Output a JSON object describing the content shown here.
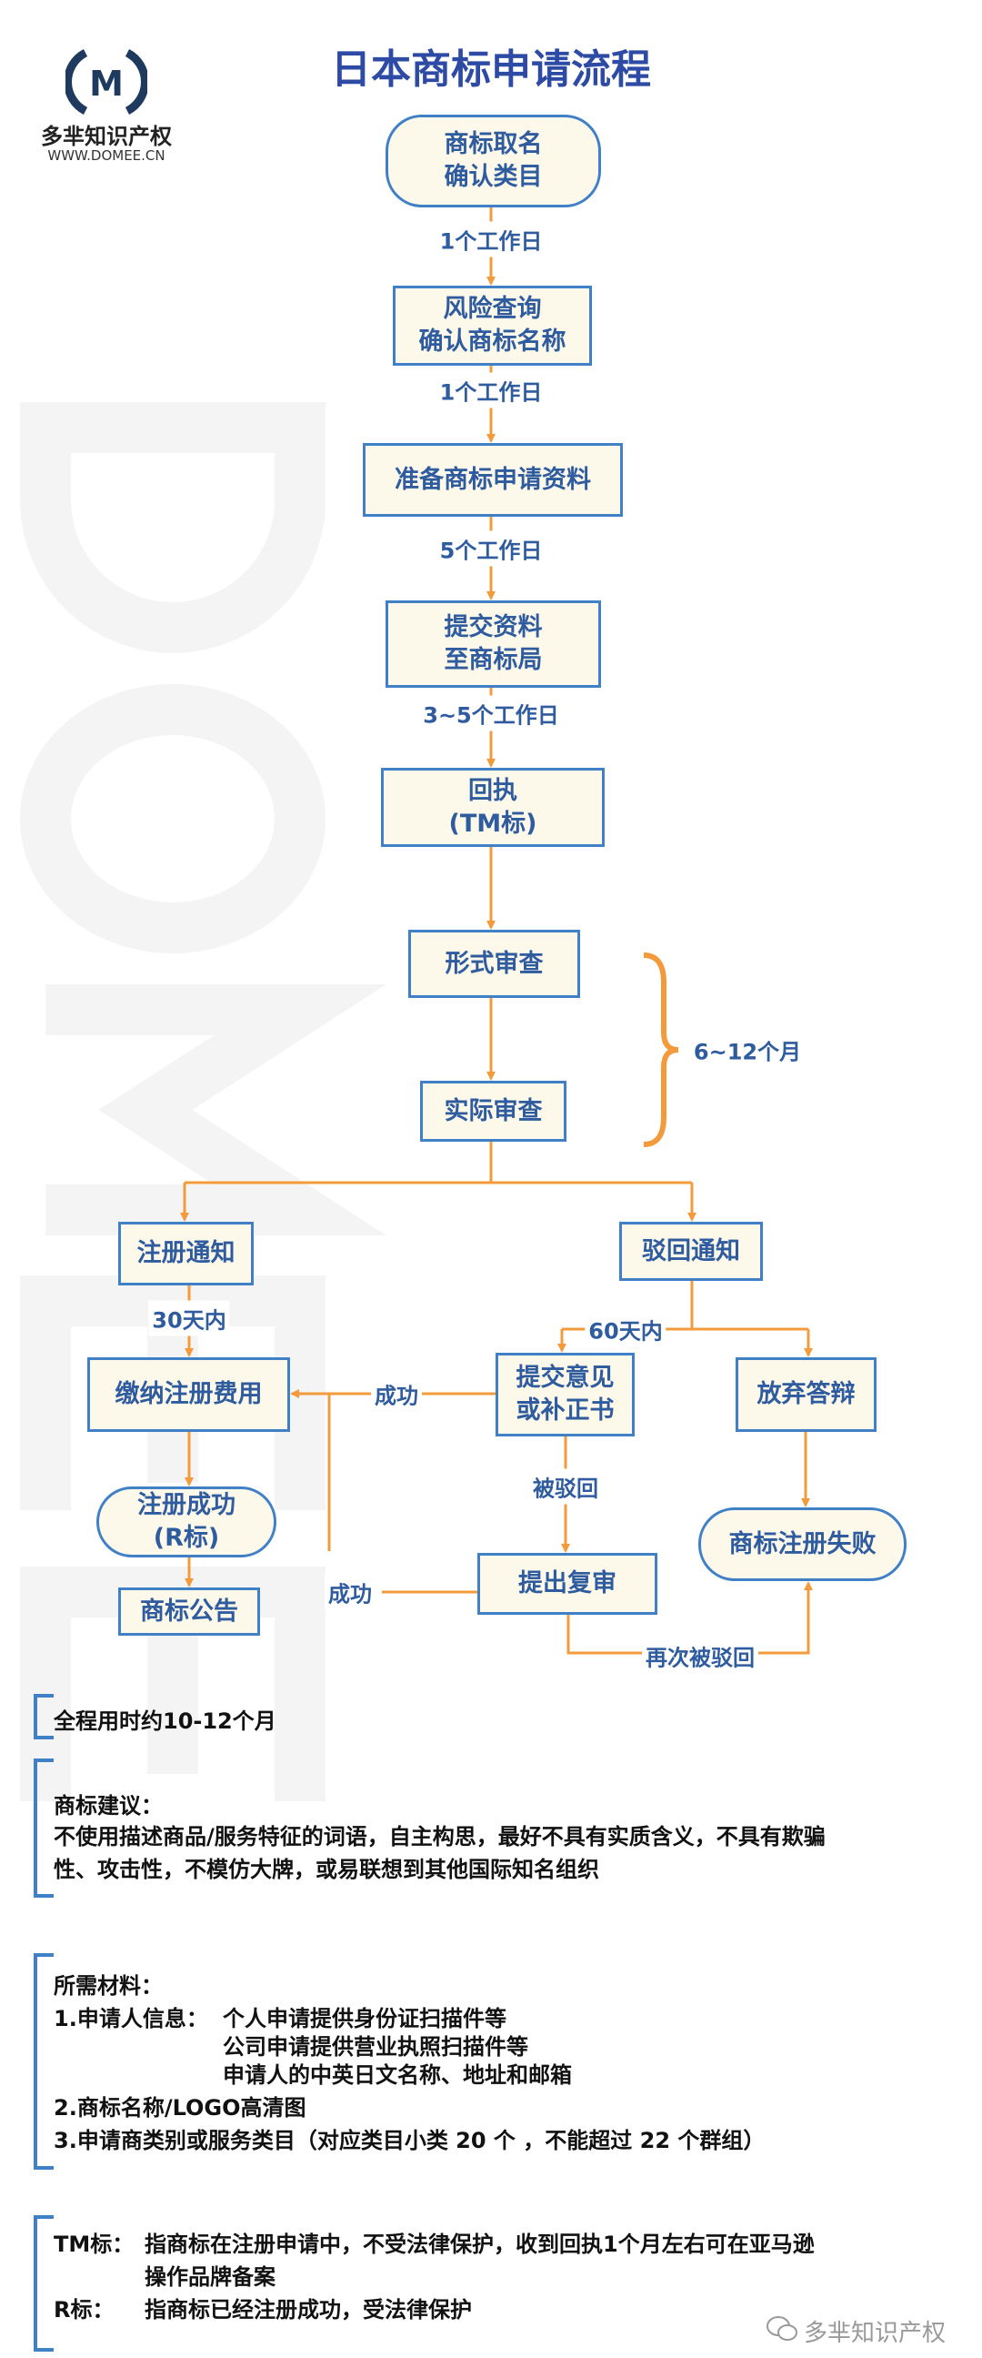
{
  "header": {
    "title": "日本商标申请流程",
    "logo_letter": "M",
    "brand_name": "多芈知识产权",
    "brand_url": "WWW.DOMEE.CN",
    "watermark": "DOMEE"
  },
  "colors": {
    "title": "#2d4aa5",
    "box_border": "#3f80c6",
    "box_fill": "#fcf8ea",
    "box_text": "#2f5b9f",
    "arrow": "#f39b3c"
  },
  "flow": {
    "naming": [
      "商标取名",
      "确认类目"
    ],
    "d1": "1个工作日",
    "search": [
      "风险查询",
      "确认商标名称"
    ],
    "d2": "1个工作日",
    "prepare": "准备商标申请资料",
    "d3": "5个工作日",
    "submit": [
      "提交资料",
      "至商标局"
    ],
    "d4": "3~5个工作日",
    "receipt": [
      "回执",
      "(TM标)"
    ],
    "formal": "形式审查",
    "substantive": "实际审查",
    "exam_period": "6~12个月",
    "reg_notice": "注册通知",
    "d30": "30天内",
    "pay_fee": "缴纳注册费用",
    "reg_success": [
      "注册成功",
      "(R标)"
    ],
    "announce": "商标公告",
    "reject_notice": "驳回通知",
    "d60": "60天内",
    "respond": [
      "提交意见",
      "或补正书"
    ],
    "success1": "成功",
    "rejected": "被驳回",
    "review": "提出复审",
    "success2": "成功",
    "give_up": "放弃答辩",
    "fail": "商标注册失败",
    "rejected_again": "再次被驳回"
  },
  "notes": {
    "total": "全程用时约10-12个月",
    "advice_title": "商标建议：",
    "advice_lines": [
      "不使用描述商品/服务特征的词语，自主构思，最好不具有实质含义，不具有欺骗",
      "性、攻击性，不模仿大牌，或易联想到其他国际知名组织"
    ],
    "materials_title": "所需材料：",
    "materials": {
      "m1_label": "1.申请人信息：",
      "m1_lines": [
        "个人申请提供身份证扫描件等",
        "公司申请提供营业执照扫描件等",
        "申请人的中英日文名称、地址和邮箱"
      ],
      "m2": "2.商标名称/LOGO高清图",
      "m3": "3.申请商类别或服务类目（对应类目小类 20 个 ，不能超过 22 个群组）"
    },
    "tm_label": "TM标：",
    "tm_lines": [
      "指商标在注册申请中，不受法律保护，收到回执1个月左右可在亚马逊",
      "操作品牌备案"
    ],
    "r_label": "R标：",
    "r_text": "指商标已经注册成功，受法律保护"
  },
  "footer": {
    "wechat_icon": "wechat-icon",
    "account": "多芈知识产权"
  }
}
